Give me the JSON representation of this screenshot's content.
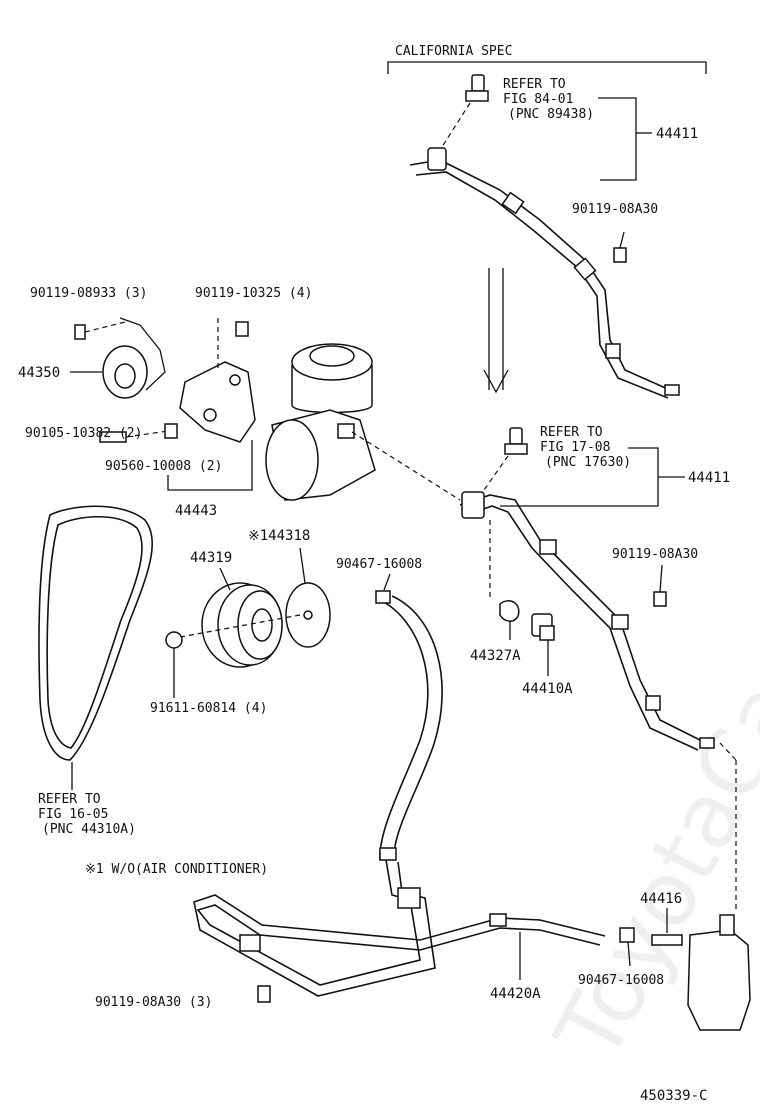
{
  "watermark": "ToyotaCarMine.ru",
  "figure_id": "450339-C",
  "header": {
    "california_spec": "CALIFORNIA SPEC"
  },
  "callouts": {
    "ref_fig_84": {
      "line1": "REFER TO",
      "line2": "FIG 84-01",
      "line3": "(PNC 89438)"
    },
    "ref_fig_17": {
      "line1": "REFER TO",
      "line2": "FIG 17-08",
      "line3": "(PNC 17630)"
    },
    "ref_fig_16": {
      "line1": "REFER TO",
      "line2": "FIG 16-05",
      "line3": "(PNC 44310A)"
    }
  },
  "note": "※1 W/O(AIR CONDITIONER)",
  "parts": {
    "p44411_top": "44411",
    "p44411_mid": "44411",
    "p90119_08A30_top": "90119-08A30",
    "p90119_08A30_mid": "90119-08A30",
    "p90119_08933": "90119-08933 (3)",
    "p90119_10325": "90119-10325 (4)",
    "p44350": "44350",
    "p90105_10382": "90105-10382 (2)",
    "p90560_10008": "90560-10008 (2)",
    "p44443": "44443",
    "p44319": "44319",
    "p144318": "※144318",
    "p90467_16008_top": "90467-16008",
    "p44327A": "44327A",
    "p44410A": "44410A",
    "p91611_60814": "91611-60814 (4)",
    "p44416": "44416",
    "p90467_16008_bot": "90467-16008",
    "p44420A": "44420A",
    "p90119_08A30_bot": "90119-08A30 (3)"
  }
}
